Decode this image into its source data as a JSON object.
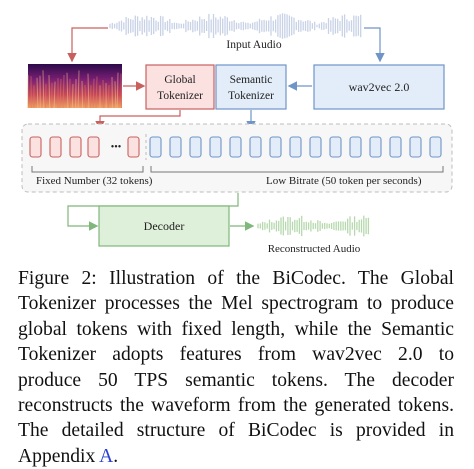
{
  "figure": {
    "input_audio_label": "Input Audio",
    "global_tokenizer_label": [
      "Global",
      "Tokenizer"
    ],
    "semantic_tokenizer_label": [
      "Semantic",
      "Tokenizer"
    ],
    "wav2vec_label": "wav2vec 2.0",
    "ellipsis": "•••",
    "fixed_number_label": "Fixed Number (32 tokens)",
    "low_bitrate_label": "Low Bitrate (50 token per seconds)",
    "decoder_label": "Decoder",
    "reconstructed_audio_label": "Reconstructed Audio",
    "colors": {
      "global_fill": "#fbe1e0",
      "global_stroke": "#c9605e",
      "semantic_fill": "#e3edf9",
      "semantic_stroke": "#6f94c8",
      "decoder_fill": "#def0d9",
      "decoder_stroke": "#7fb87a",
      "wave_input": "#c8d2e6",
      "wave_output": "#b6d8ae",
      "arrow_red": "#c9605e",
      "arrow_blue": "#6f94c8",
      "arrow_green": "#7fb87a"
    },
    "icons": [
      "spectrogram-image",
      "input-waveform-icon",
      "output-waveform-icon"
    ]
  },
  "caption": {
    "prefix": "Figure 2: Illustration of the BiCodec. The Global Tokenizer processes the Mel spectrogram to produce global tokens with fixed length, while the Semantic Tokenizer adopts features from wav2vec 2.0 to produce 50 TPS semantic tokens. The decoder reconstructs the waveform from the generated tokens. The detailed structure of BiCodec is provided in Appendix ",
    "ref": "A",
    "suffix": "."
  }
}
